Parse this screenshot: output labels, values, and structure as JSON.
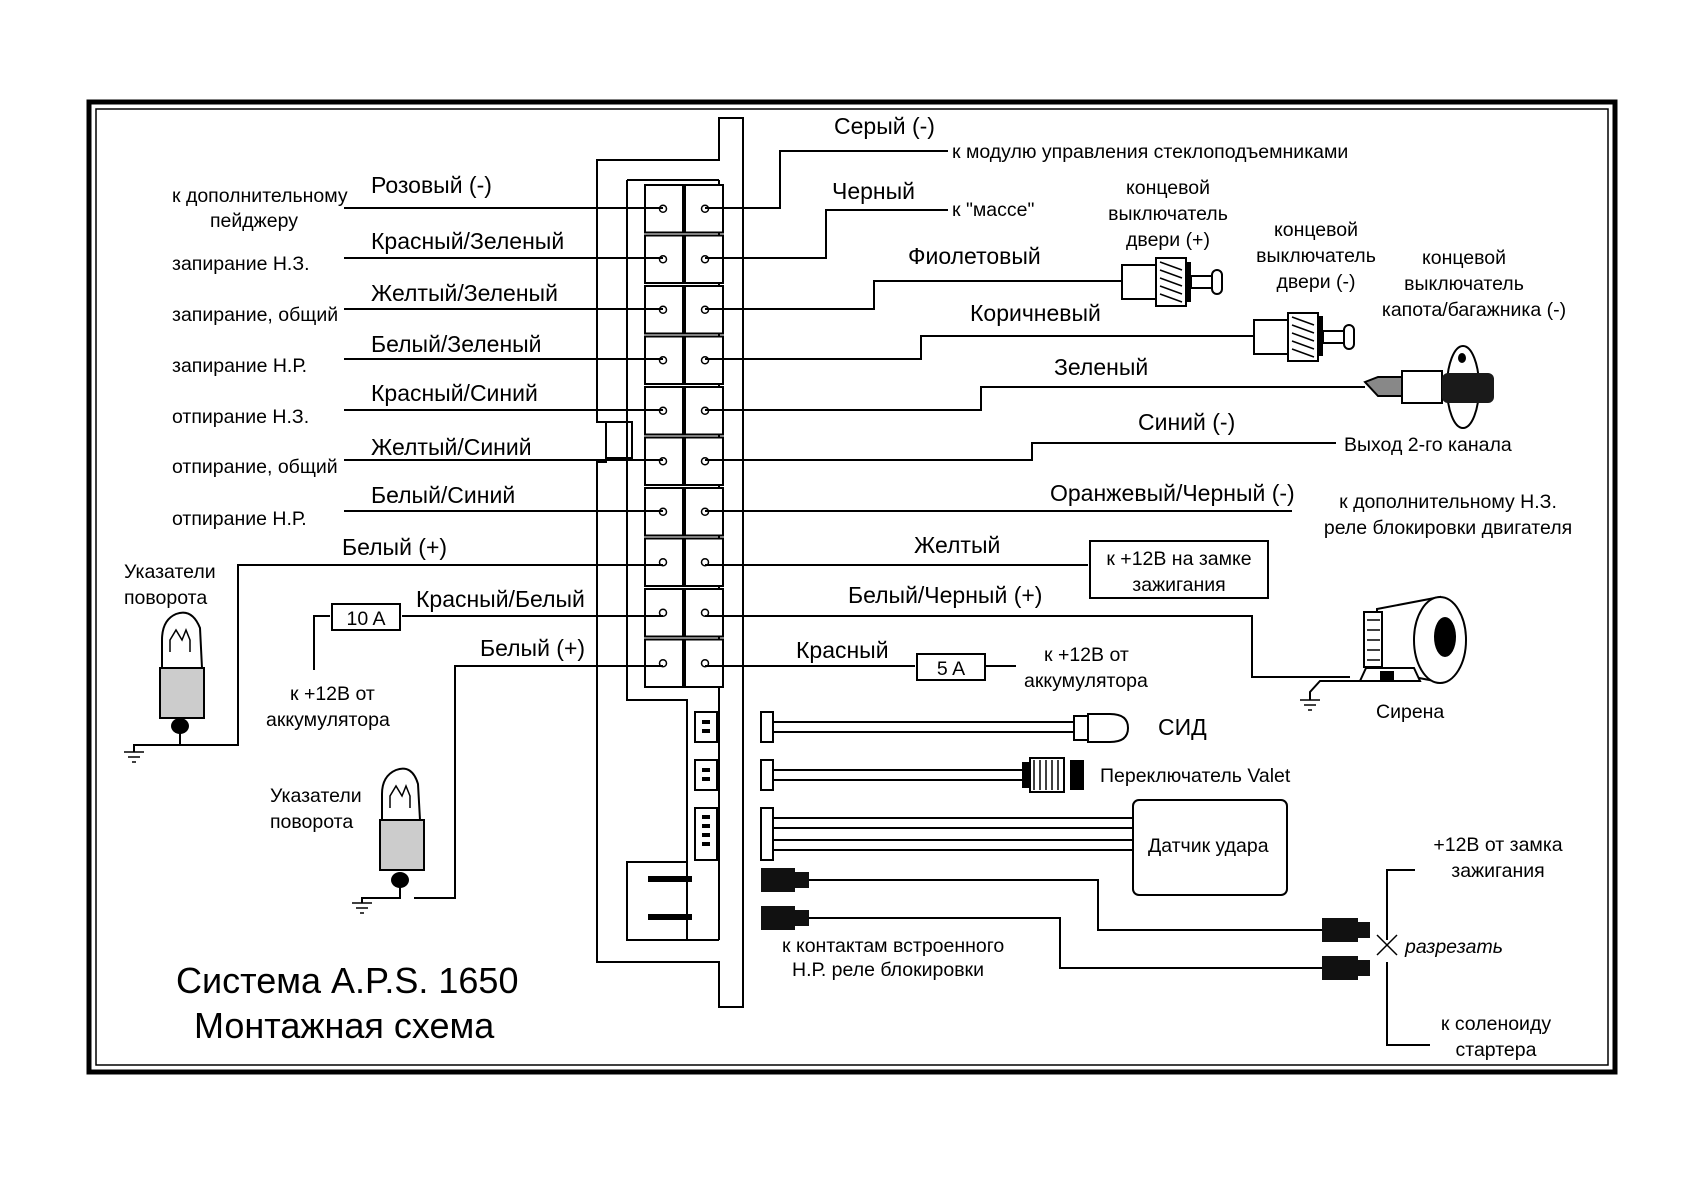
{
  "title": {
    "line1": "Система A.P.S. 1650",
    "line2": "Монтажная схема"
  },
  "left": {
    "wires": [
      {
        "color": "Розовый (-)",
        "desc1": "к дополнительному",
        "desc2": "пейджеру"
      },
      {
        "color": "Красный/Зеленый",
        "desc1": "запирание Н.З."
      },
      {
        "color": "Желтый/Зеленый",
        "desc1": "запирание, общий"
      },
      {
        "color": "Белый/Зеленый",
        "desc1": "запирание Н.Р."
      },
      {
        "color": "Красный/Синий",
        "desc1": "отпирание Н.З."
      },
      {
        "color": "Желтый/Синий",
        "desc1": "отпирание, общий"
      },
      {
        "color": "Белый/Синий",
        "desc1": "отпирание Н.Р."
      },
      {
        "color": "Белый (+)"
      },
      {
        "color": "Красный/Белый"
      },
      {
        "color": "Белый (+)"
      }
    ],
    "turn_signals_1": {
      "l1": "Указатели",
      "l2": "поворота"
    },
    "turn_signals_2": {
      "l1": "Указатели",
      "l2": "поворота"
    },
    "fuse_10a": "10 A",
    "battery": {
      "l1": "к +12В от",
      "l2": "аккумулятора"
    }
  },
  "right": {
    "wires": [
      {
        "color": "Серый (-)",
        "desc": "к модулю управления стеклоподъемниками"
      },
      {
        "color": "Черный",
        "desc": "к \"массе\""
      },
      {
        "color": "Фиолетовый"
      },
      {
        "color": "Коричневый"
      },
      {
        "color": "Зеленый"
      },
      {
        "color": "Синий (-)",
        "desc": "Выход 2-го канала"
      },
      {
        "color": "Оранжевый/Черный (-)"
      },
      {
        "color": "Желтый"
      },
      {
        "color": "Белый/Черный (+)"
      },
      {
        "color": "Красный"
      }
    ],
    "door_switch_pos": {
      "l1": "концевой",
      "l2": "выключатель",
      "l3": "двери (+)"
    },
    "door_switch_neg": {
      "l1": "концевой",
      "l2": "выключатель",
      "l3": "двери (-)"
    },
    "hood_switch": {
      "l1": "концевой",
      "l2": "выключатель",
      "l3": "капота/багажника (-)"
    },
    "relay_note": {
      "l1": "к дополнительному Н.З.",
      "l2": "реле блокировки двигателя"
    },
    "ignition_box": {
      "l1": "к +12В на замке",
      "l2": "зажигания"
    },
    "fuse_5a": "5 A",
    "battery": {
      "l1": "к +12В от",
      "l2": "аккумулятора"
    },
    "siren": "Сирена",
    "led": "СИД",
    "valet": "Переключатель Valet",
    "shock_sensor": "Датчик удара",
    "builtin_relay": {
      "l1": "к контактам встроенного",
      "l2": "Н.Р. реле блокировки"
    },
    "ignition_lock": {
      "l1": "+12В от замка",
      "l2": "зажигания"
    },
    "cut": "разрезать",
    "starter": {
      "l1": "к соленоиду",
      "l2": "стартера"
    }
  }
}
